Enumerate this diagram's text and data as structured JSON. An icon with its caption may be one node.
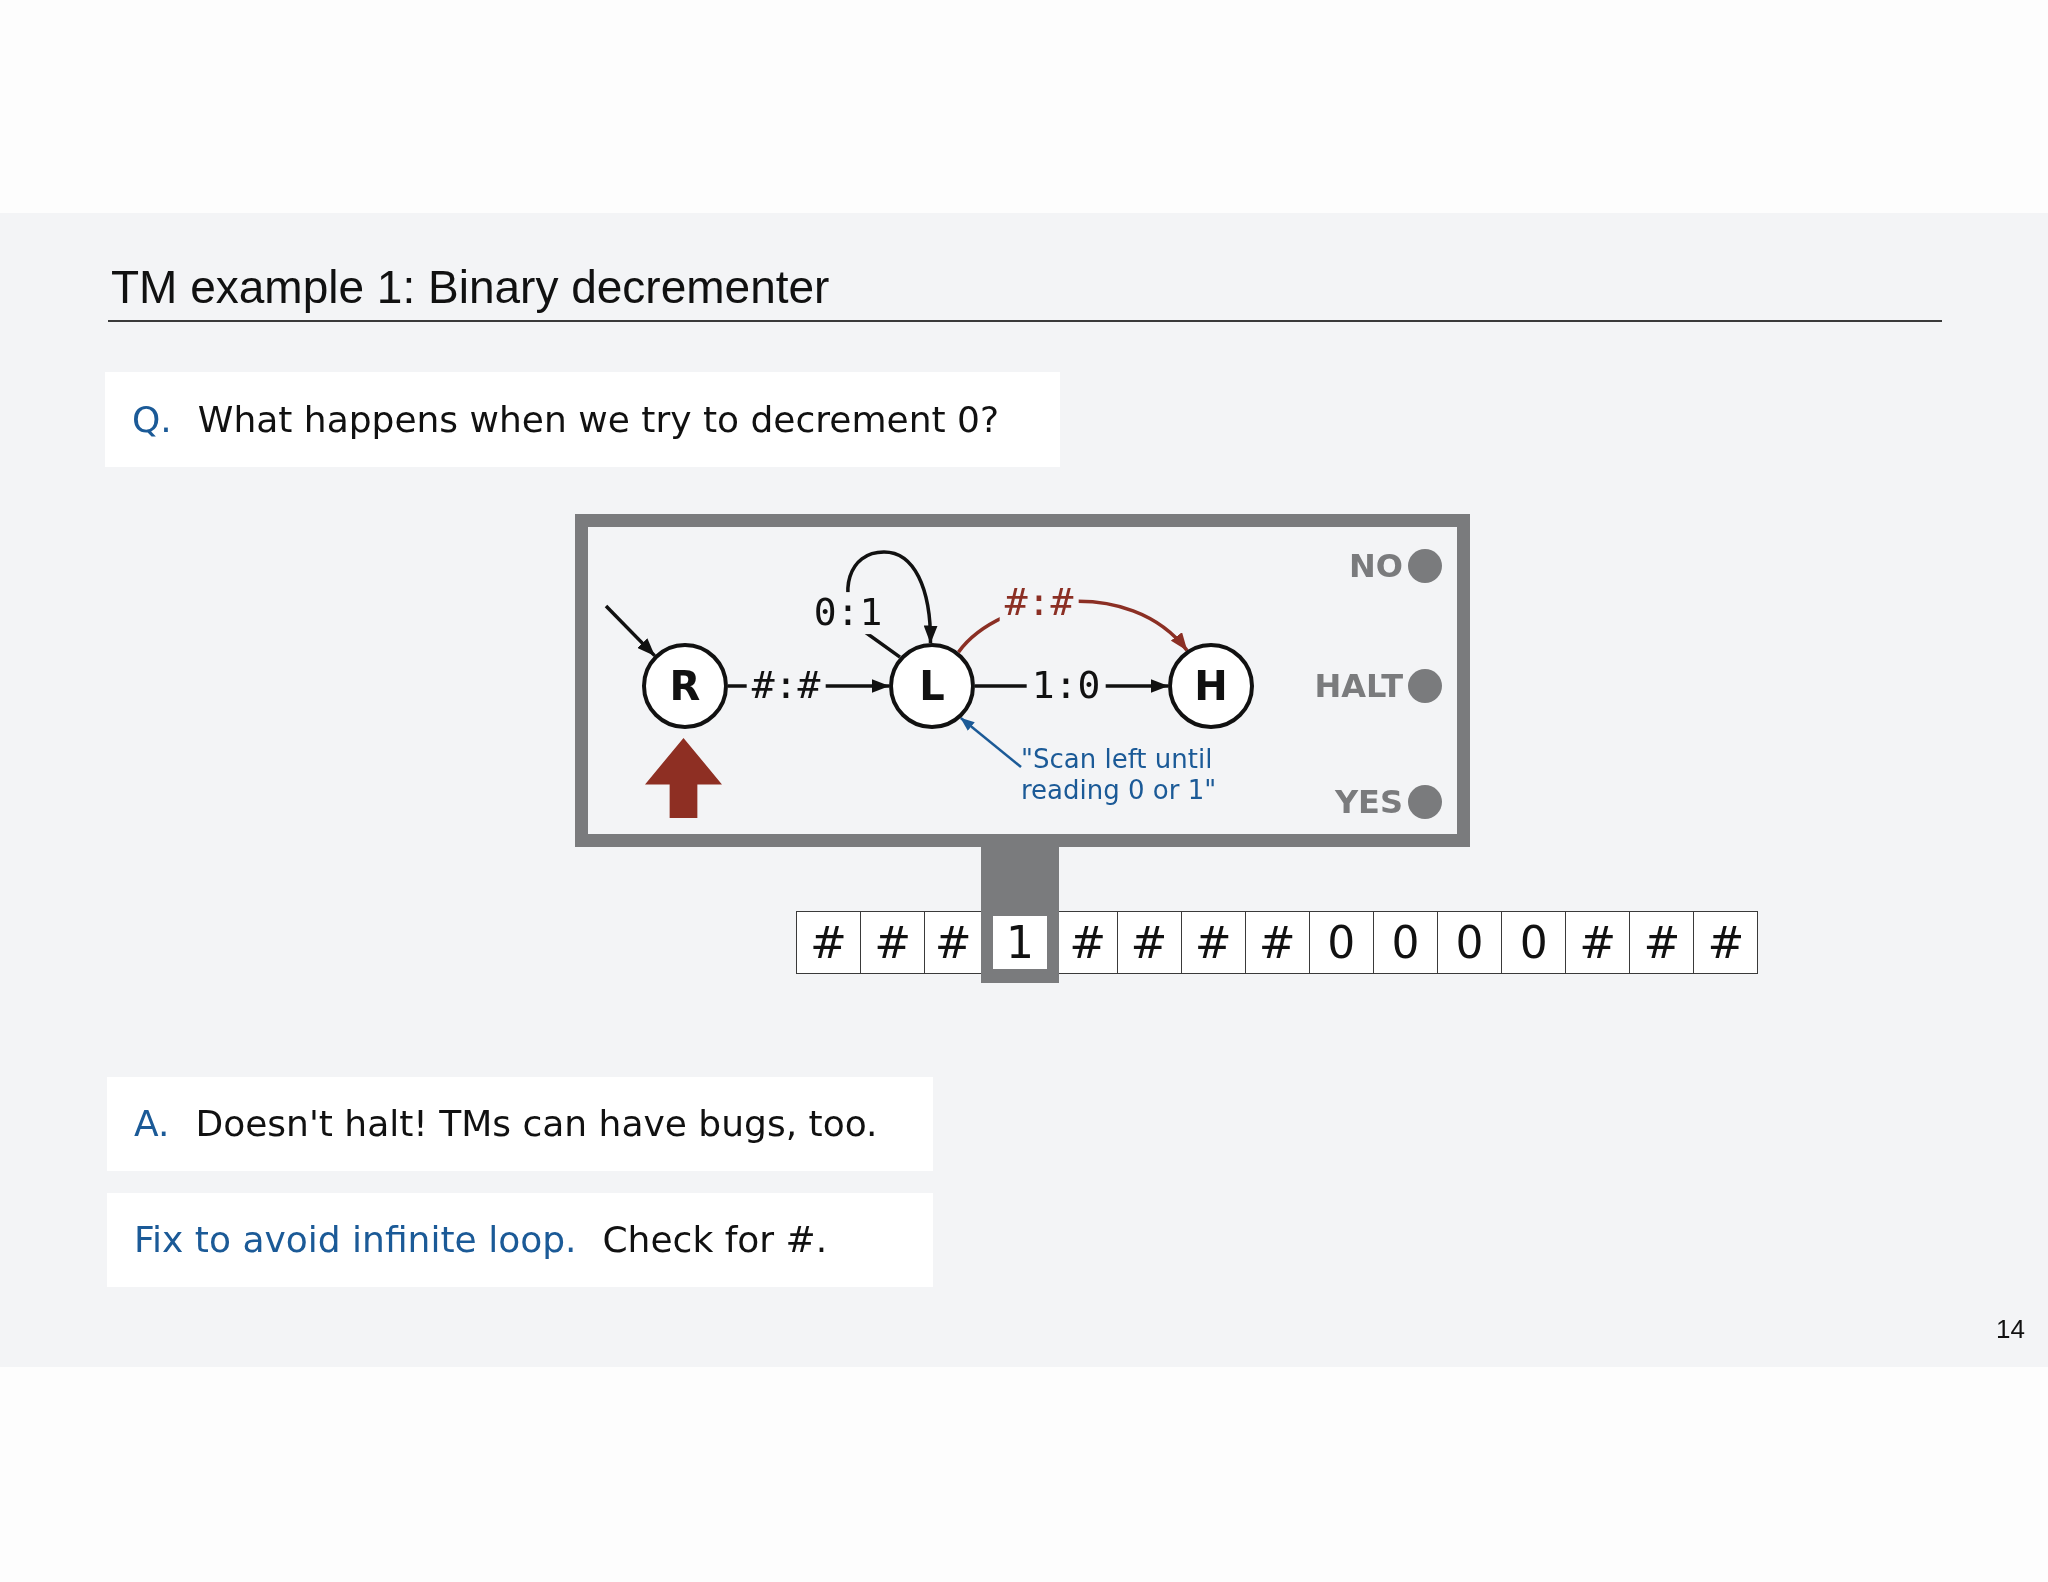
{
  "diagram": {
    "title": "TM example 1: Binary decrementer",
    "nodes": [
      {
        "text": [
          "Q.",
          "What happens when we try to decrement 0?"
        ]
      },
      {
        "text": [
          "NO",
          "HALT",
          "YES"
        ]
      },
      {
        "text": [
          "R"
        ],
        "in": 1
      },
      {
        "text": [
          "L"
        ],
        "in": 1
      },
      {
        "text": [
          "H"
        ],
        "in": 1
      },
      {
        "text": [
          "\"Scan left until reading 0 or 1\""
        ],
        "in": 1
      },
      {
        "text": [
          "A.",
          "Doesn't halt! TMs can have bugs, too."
        ]
      },
      {
        "text": [
          "Fix to avoid infinite loop.",
          "Check for #."
        ]
      }
    ],
    "edges": [
      {
        "from": null,
        "to": 2,
        "arrow": "to"
      },
      {
        "from": 2,
        "to": 3,
        "arrow": "to",
        "label": "#:#"
      },
      {
        "from": 3,
        "to": 3,
        "arrow": "to",
        "label": "0:1"
      },
      {
        "from": 3,
        "to": 4,
        "arrow": "to",
        "label": "#:#",
        "color": "#8b2f24"
      },
      {
        "from": 3,
        "to": 4,
        "arrow": "to",
        "label": "1:0"
      },
      {
        "from": 5,
        "to": 3,
        "arrow": "to",
        "color": "#1b5a97"
      }
    ],
    "labels": [
      "#",
      "#",
      "#",
      "1",
      "#",
      "#",
      "#",
      "#",
      "0",
      "0",
      "0",
      "0",
      "#",
      "#",
      "#",
      "14"
    ]
  }
}
